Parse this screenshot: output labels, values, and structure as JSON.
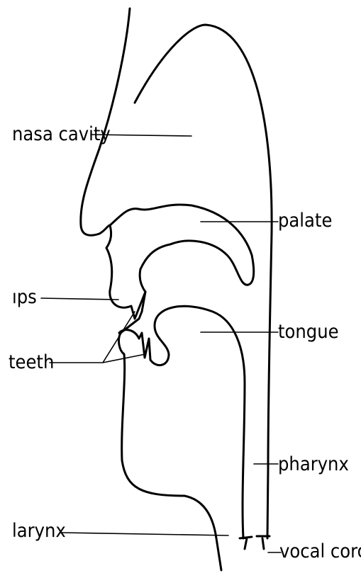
{
  "diagram": {
    "labels": {
      "nasal_cavity": "nasa cavity",
      "palate": "palate",
      "lips": "ıps",
      "tongue": "tongue",
      "teeth": "teeth",
      "pharynx": "pharynx",
      "larynx": "larynx",
      "vocal_cords": "vocal cords"
    },
    "colors": {
      "line": "#000000",
      "background": "#ffffff"
    }
  }
}
